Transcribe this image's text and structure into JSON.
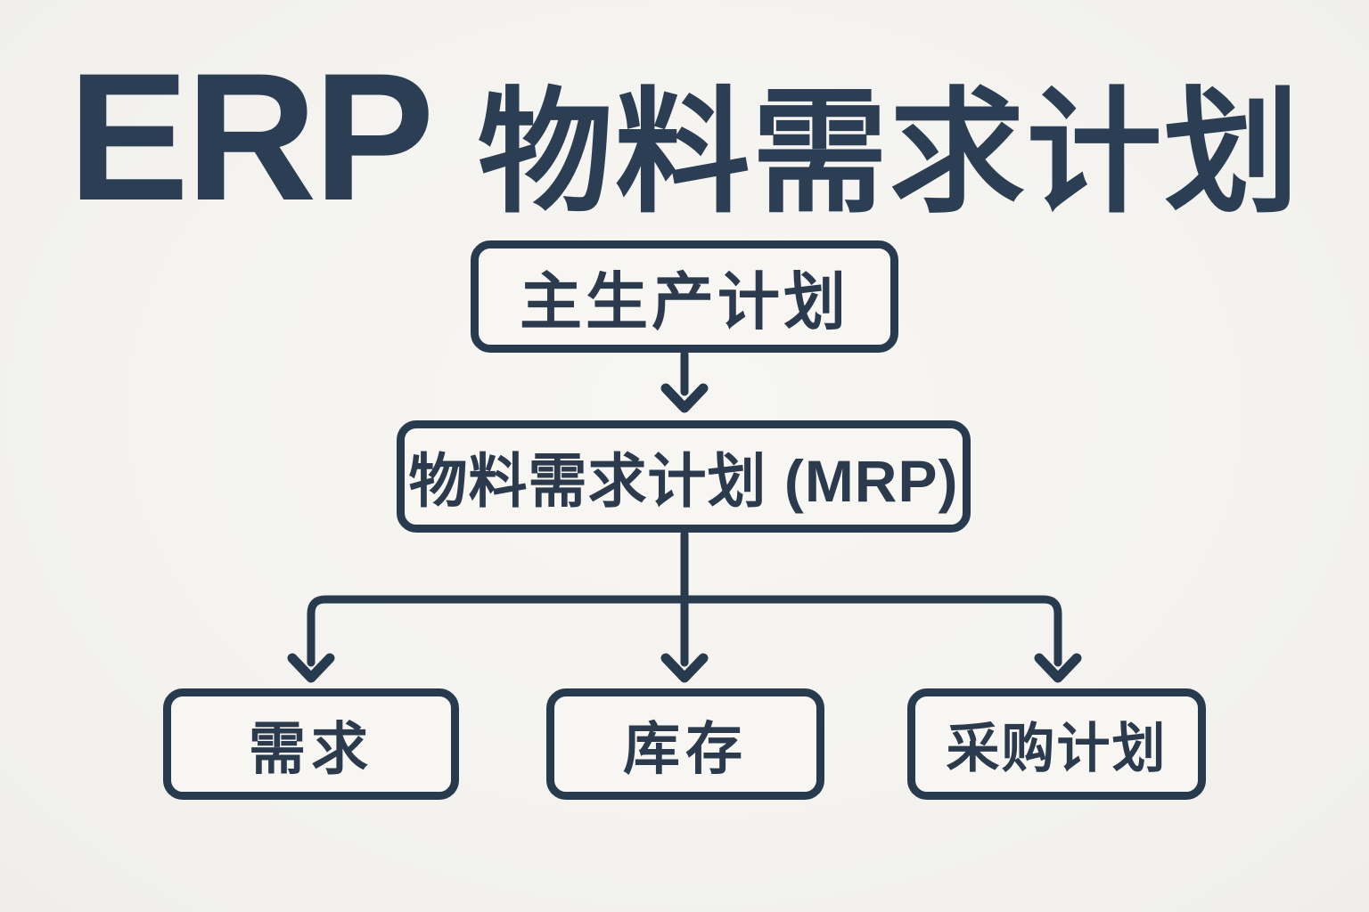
{
  "title": {
    "text_en": "ERP",
    "text_zh": "物料需求计划",
    "full": "ERP 物料需求计划"
  },
  "colors": {
    "background": "#f4f3ef",
    "box_fill": "#f7f6f2",
    "ink": "#273a4e",
    "title_ink": "#2c3e54"
  },
  "diagram": {
    "nodes": [
      {
        "id": "mps",
        "label": "主生产计划"
      },
      {
        "id": "mrp",
        "label": "物料需求计划 (MRP)"
      },
      {
        "id": "demand",
        "label": "需求"
      },
      {
        "id": "inventory",
        "label": "库存"
      },
      {
        "id": "purchase",
        "label": "采购计划"
      }
    ],
    "edges": [
      {
        "from": "mps",
        "to": "mrp"
      },
      {
        "from": "mrp",
        "to": "demand"
      },
      {
        "from": "mrp",
        "to": "inventory"
      },
      {
        "from": "mrp",
        "to": "purchase"
      }
    ]
  }
}
